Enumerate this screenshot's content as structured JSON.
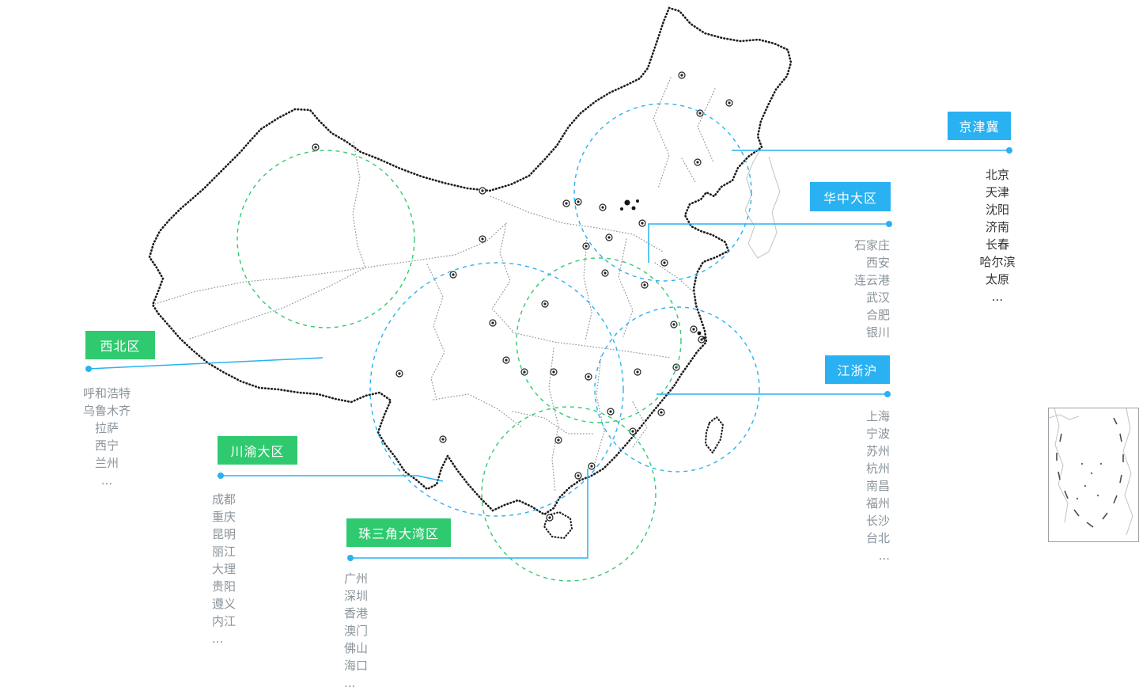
{
  "colors": {
    "blue": "#29b1f2",
    "green": "#2fca6f",
    "city_dark": "#333333",
    "city_gray": "#8a949b"
  },
  "regions": [
    {
      "id": "jingjinji",
      "label": "京津冀",
      "color": "blue",
      "cities": [
        "北京",
        "天津",
        "沈阳",
        "济南",
        "长春",
        "哈尔滨",
        "太原"
      ],
      "more": "..."
    },
    {
      "id": "huazhong",
      "label": "华中大区",
      "color": "blue",
      "cities": [
        "石家庄",
        "西安",
        "连云港",
        "武汉",
        "合肥",
        "银川"
      ],
      "more": ""
    },
    {
      "id": "jiangzhehu",
      "label": "江浙沪",
      "color": "blue",
      "cities": [
        "上海",
        "宁波",
        "苏州",
        "杭州",
        "南昌",
        "福州",
        "长沙",
        "台北"
      ],
      "more": "..."
    },
    {
      "id": "xibei",
      "label": "西北区",
      "color": "green",
      "cities": [
        "呼和浩特",
        "乌鲁木齐",
        "拉萨",
        "西宁",
        "兰州"
      ],
      "more": "..."
    },
    {
      "id": "chuanyu",
      "label": "川渝大区",
      "color": "green",
      "cities": [
        "成都",
        "重庆",
        "昆明",
        "丽江",
        "大理",
        "贵阳",
        "遵义",
        "内江"
      ],
      "more": "..."
    },
    {
      "id": "zhusanjiao",
      "label": "珠三角大湾区",
      "color": "green",
      "cities": [
        "广州",
        "深圳",
        "香港",
        "澳门",
        "佛山",
        "海口"
      ],
      "more": "..."
    }
  ]
}
